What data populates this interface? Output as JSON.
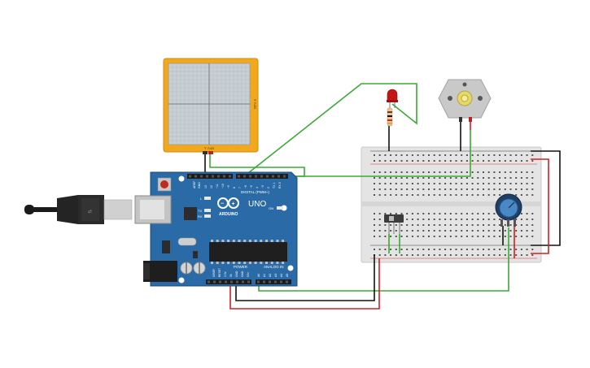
{
  "arduino": {
    "brand": "ARDUINO",
    "model": "UNO",
    "digital_label": "DIGITAL (PWM~)",
    "power_label": "POWER",
    "analog_label": "ANALOG IN",
    "led_l": "L",
    "led_tx": "TX",
    "led_rx": "RX",
    "led_on": "ON",
    "aref": "AREF",
    "gnd": "GND",
    "ioref": "IOREF",
    "reset": "RESET",
    "v33": "3.3V",
    "v5": "5V",
    "vin": "VIN",
    "digital_pins": [
      "13",
      "12",
      "~11",
      "~10",
      "~9",
      "8",
      "7",
      "~6",
      "~5",
      "4",
      "~3",
      "2",
      "TX 1",
      "RX 0"
    ],
    "analog_pins": [
      "A0",
      "A1",
      "A2",
      "A3",
      "A4",
      "A5"
    ]
  },
  "touch_panel": {
    "side_label": "X Axis",
    "bottom_label": "Y Axis"
  },
  "colors": {
    "board": "#2a6aa6",
    "wire_green": "#3aaa35",
    "wire_red": "#d22020",
    "wire_black": "#111111",
    "panel_frame": "#f2a81c",
    "breadboard": "#e6e6e6"
  }
}
